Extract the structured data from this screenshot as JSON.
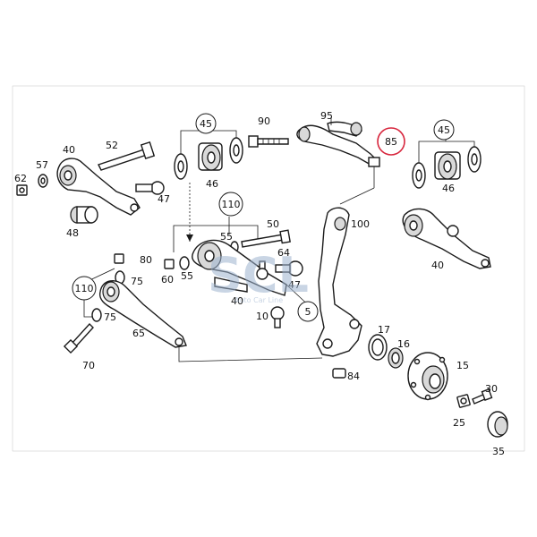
{
  "labels": {
    "p40a": "40",
    "p52": "52",
    "p57": "57",
    "p62": "62",
    "p47a": "47",
    "p48a": "48",
    "p45a": "45",
    "p46a": "46",
    "p90": "90",
    "p95": "95",
    "p85": "85",
    "p45b": "45",
    "p46b": "46",
    "p110a": "110",
    "p55a": "55",
    "p50": "50",
    "p60": "60",
    "p55b": "55",
    "p100": "100",
    "p40b": "40",
    "p64": "64",
    "p47b": "47",
    "p40c": "40",
    "p80": "80",
    "p75a": "75",
    "p110b": "110",
    "p75b": "75",
    "p65": "65",
    "p70": "70",
    "p10": "10",
    "p5": "5",
    "p17": "17",
    "p16": "16",
    "p15": "15",
    "p84": "84",
    "p30": "30",
    "p25": "25",
    "p35": "35"
  },
  "watermark": {
    "logo": "SCL",
    "text": "Auto Car Line"
  },
  "colors": {
    "highlight": "#d7263d",
    "ink": "#1a1a1a"
  }
}
